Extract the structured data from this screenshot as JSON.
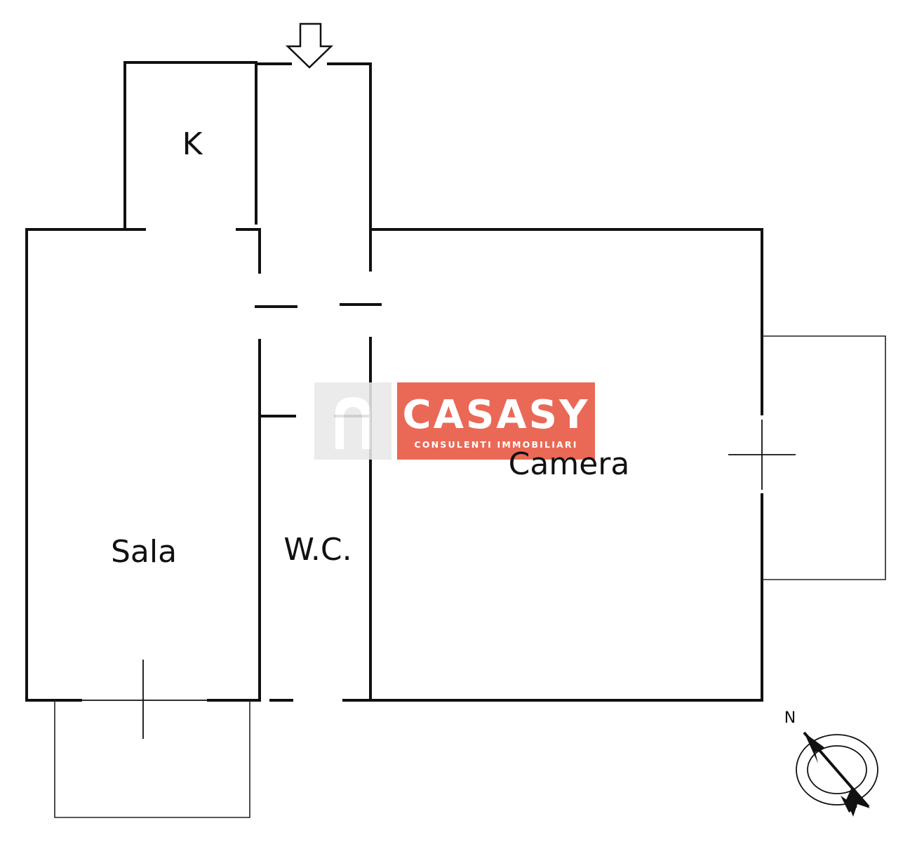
{
  "rooms": {
    "kitchen": "K",
    "living": "Sala",
    "bathroom": "W.C.",
    "bedroom": "Camera"
  },
  "compass": {
    "north_label": "N"
  },
  "watermark": {
    "brand": "CASASY",
    "tagline": "CONSULENTI IMMOBILIARI",
    "color": "#e8553f"
  },
  "colors": {
    "wall": "#111111",
    "background": "#ffffff"
  }
}
